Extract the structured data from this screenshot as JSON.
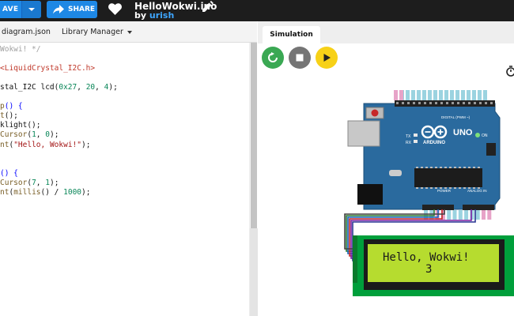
{
  "toolbar": {
    "save_label": "AVE",
    "share_label": "SHARE",
    "project_title": "HelloWokwi.ino",
    "by_prefix": "by ",
    "author": "urish"
  },
  "editor": {
    "tabs": [
      "diagram.json",
      "Library Manager"
    ],
    "lines": [
      [
        [
          "Wokwi! */",
          "c-com"
        ]
      ],
      [],
      [
        [
          "<LiquidCrystal_I2C.h>",
          "c-inc"
        ]
      ],
      [],
      [
        [
          "stal_I2C lcd(",
          "c-pl"
        ],
        [
          "0x27",
          "c-num"
        ],
        [
          ", ",
          "c-pl"
        ],
        [
          "20",
          "c-num"
        ],
        [
          ", ",
          "c-pl"
        ],
        [
          "4",
          "c-num"
        ],
        [
          ");",
          "c-pl"
        ]
      ],
      [],
      [
        [
          "p",
          "c-fn"
        ],
        [
          "() {",
          "c-kw"
        ]
      ],
      [
        [
          "t",
          "c-fn"
        ],
        [
          "();",
          "c-pl"
        ]
      ],
      [
        [
          "klight",
          "c-pl"
        ],
        [
          "();",
          "c-pl"
        ]
      ],
      [
        [
          "Cursor",
          "c-fn"
        ],
        [
          "(",
          "c-pl"
        ],
        [
          "1",
          "c-num"
        ],
        [
          ", ",
          "c-pl"
        ],
        [
          "0",
          "c-num"
        ],
        [
          ");",
          "c-pl"
        ]
      ],
      [
        [
          "nt",
          "c-fn"
        ],
        [
          "(",
          "c-pl"
        ],
        [
          "\"Hello, Wokwi!\"",
          "c-str"
        ],
        [
          ");",
          "c-pl"
        ]
      ],
      [],
      [],
      [
        [
          "() {",
          "c-kw"
        ]
      ],
      [
        [
          "Cursor",
          "c-fn"
        ],
        [
          "(",
          "c-pl"
        ],
        [
          "7",
          "c-num"
        ],
        [
          ", ",
          "c-pl"
        ],
        [
          "1",
          "c-num"
        ],
        [
          ");",
          "c-pl"
        ]
      ],
      [
        [
          "nt",
          "c-fn"
        ],
        [
          "(",
          "c-pl"
        ],
        [
          "millis",
          "c-fn"
        ],
        [
          "() / ",
          "c-pl"
        ],
        [
          "1000",
          "c-num"
        ],
        [
          ");",
          "c-pl"
        ]
      ]
    ]
  },
  "simulation": {
    "tab_label": "Simulation",
    "board": {
      "logo_text": "ARDUINO",
      "model": "UNO",
      "label_tx": "TX",
      "label_rx": "RX",
      "label_on": "ON",
      "label_digital": "DIGITAL (PWM ~)",
      "label_power": "POWER",
      "label_analog": "ANALOG IN"
    },
    "lcd": {
      "line1": "Hello, Wokwi!",
      "line2": "3"
    }
  },
  "colors": {
    "topbar": "#1d1d1d",
    "button_blue": "#1e88e5",
    "restart_green": "#3aa853",
    "stop_gray": "#757575",
    "play_yellow": "#f7d117",
    "board_blue": "#2a6a9e",
    "lcd_green": "#b6dc2f",
    "lcd_frame": "#009f3b"
  }
}
